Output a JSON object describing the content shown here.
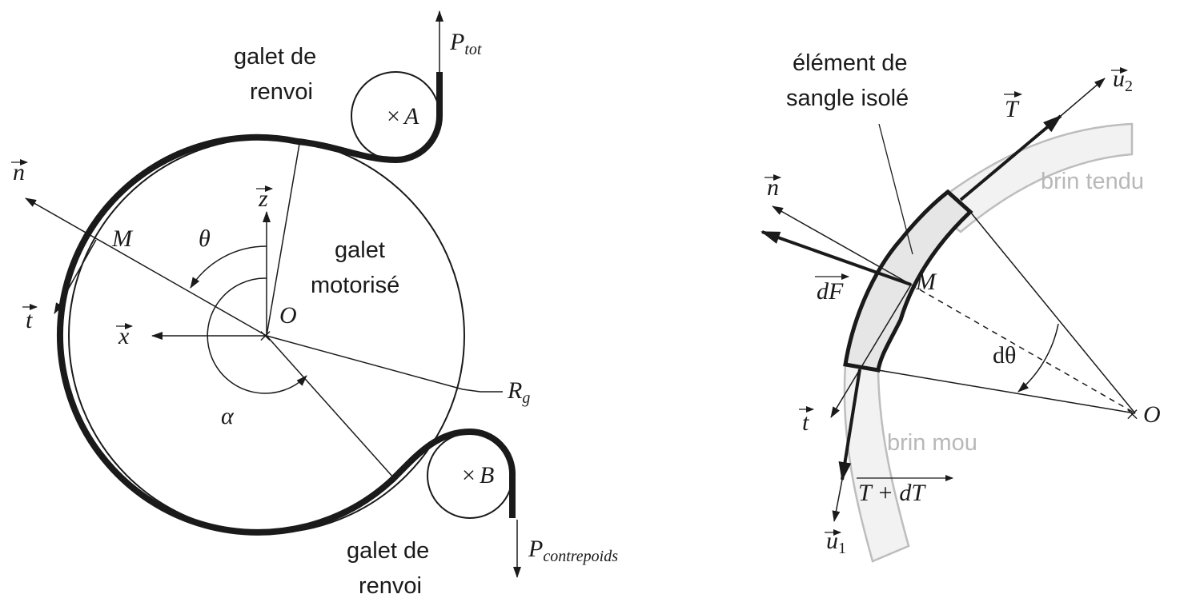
{
  "left_diagram": {
    "guide_roller_top": {
      "line1": "galet de",
      "line2": "renvoi",
      "center": "A"
    },
    "guide_roller_bottom": {
      "line1": "galet de",
      "line2": "renvoi",
      "center": "B"
    },
    "motor_roller": {
      "line1": "galet",
      "line2": "motorisé",
      "center": "O"
    },
    "load_top": {
      "symbol": "P",
      "subscript": "tot"
    },
    "load_bottom": {
      "symbol": "P",
      "subscript": "contrepoids"
    },
    "radius": {
      "symbol": "R",
      "subscript": "g"
    },
    "point_m": "M",
    "vec_n": "n",
    "vec_t": "t",
    "vec_x": "x",
    "vec_z": "z",
    "angle_theta": "θ",
    "angle_alpha": "α",
    "cross": "×"
  },
  "right_diagram": {
    "isolated_label": {
      "line1": "élément de",
      "line2": "sangle isolé"
    },
    "tight_strand": "brin tendu",
    "slack_strand": "brin mou",
    "vec_T": "T",
    "vec_T_dT": "T + dT",
    "vec_dF": "dF",
    "vec_n": "n",
    "vec_t": "t",
    "vec_u1": {
      "symbol": "u",
      "subscript": "1"
    },
    "vec_u2": {
      "symbol": "u",
      "subscript": "2"
    },
    "point_m": "M",
    "point_o": "O",
    "angle_dtheta": "dθ",
    "cross": "×"
  }
}
